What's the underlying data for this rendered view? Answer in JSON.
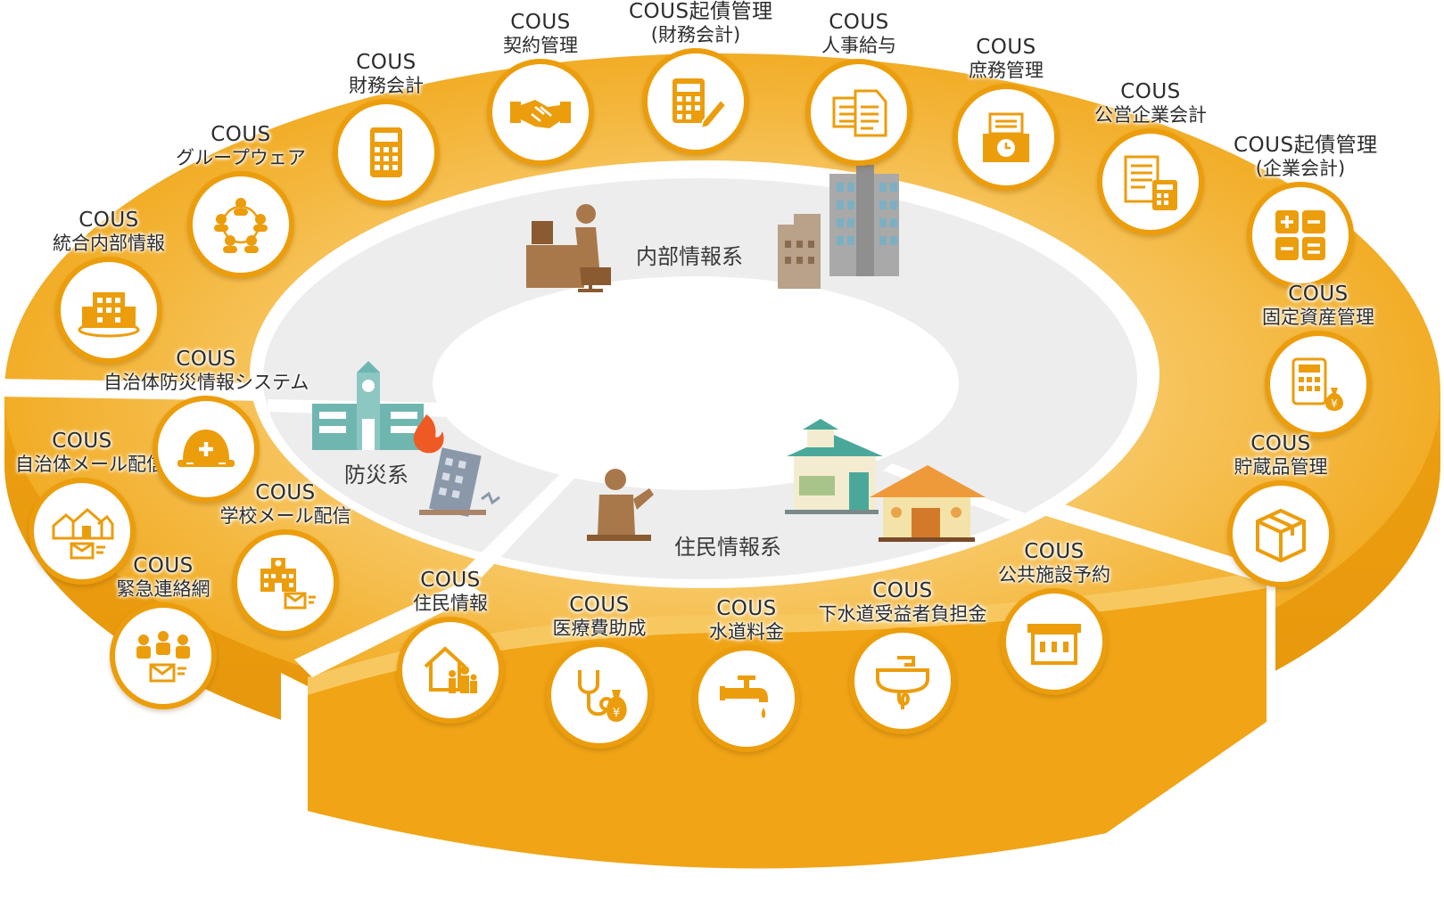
{
  "colors": {
    "ring": "#f2a81d",
    "ring_dark": "#e39a0c",
    "ring_light": "#f8cb72",
    "icon": "#ec9d0c",
    "inner": "#eeeeee"
  },
  "categories": [
    {
      "key": "internal",
      "label": "内部情報系"
    },
    {
      "key": "disaster",
      "label": "防災系"
    },
    {
      "key": "resident",
      "label": "住民情報系"
    }
  ],
  "modules": [
    {
      "key": "integrated-internal",
      "line1": "COUS",
      "line2": "統合内部情報",
      "icon": "building-icon"
    },
    {
      "key": "groupware",
      "line1": "COUS",
      "line2": "グループウェア",
      "icon": "people-network-icon"
    },
    {
      "key": "financial-accounting",
      "line1": "COUS",
      "line2": "財務会計",
      "icon": "calculator-icon"
    },
    {
      "key": "contract-management",
      "line1": "COUS",
      "line2": "契約管理",
      "icon": "handshake-icon"
    },
    {
      "key": "bond-financial",
      "line1": "COUS起債管理",
      "line2": "(財務会計)",
      "icon": "calculator-pen-icon"
    },
    {
      "key": "hr-payroll",
      "line1": "COUS",
      "line2": "人事給与",
      "icon": "documents-icon"
    },
    {
      "key": "general-affairs",
      "line1": "COUS",
      "line2": "庶務管理",
      "icon": "time-clock-icon"
    },
    {
      "key": "public-enterprise",
      "line1": "COUS",
      "line2": "公営企業会計",
      "icon": "ledger-calculator-icon"
    },
    {
      "key": "bond-enterprise",
      "line1": "COUS起債管理",
      "line2": "(企業会計)",
      "icon": "math-symbols-icon"
    },
    {
      "key": "fixed-assets",
      "line1": "COUS",
      "line2": "固定資産管理",
      "icon": "calculator-yen-bag-icon"
    },
    {
      "key": "supplies",
      "line1": "COUS",
      "line2": "貯蔵品管理",
      "icon": "box-icon"
    },
    {
      "key": "facility-reservation",
      "line1": "COUS",
      "line2": "公共施設予約",
      "icon": "facility-icon"
    },
    {
      "key": "sewerage-charges",
      "line1": "COUS",
      "line2": "下水道受益者負担金",
      "icon": "sink-icon"
    },
    {
      "key": "water-charges",
      "line1": "COUS",
      "line2": "水道料金",
      "icon": "faucet-icon"
    },
    {
      "key": "medical-subsidy",
      "line1": "COUS",
      "line2": "医療費助成",
      "icon": "stethoscope-yen-icon"
    },
    {
      "key": "resident-info",
      "line1": "COUS",
      "line2": "住民情報",
      "icon": "family-house-icon"
    },
    {
      "key": "emergency-contact",
      "line1": "COUS",
      "line2": "緊急連絡網",
      "icon": "contacts-mail-icon"
    },
    {
      "key": "school-mail",
      "line1": "COUS",
      "line2": "学校メール配信",
      "icon": "school-mail-icon"
    },
    {
      "key": "municipal-mail",
      "line1": "COUS",
      "line2": "自治体メール配信",
      "icon": "houses-mail-icon"
    },
    {
      "key": "disaster-info",
      "line1": "COUS",
      "line2": "自治体防災情報システム",
      "icon": "helmet-icon"
    }
  ]
}
